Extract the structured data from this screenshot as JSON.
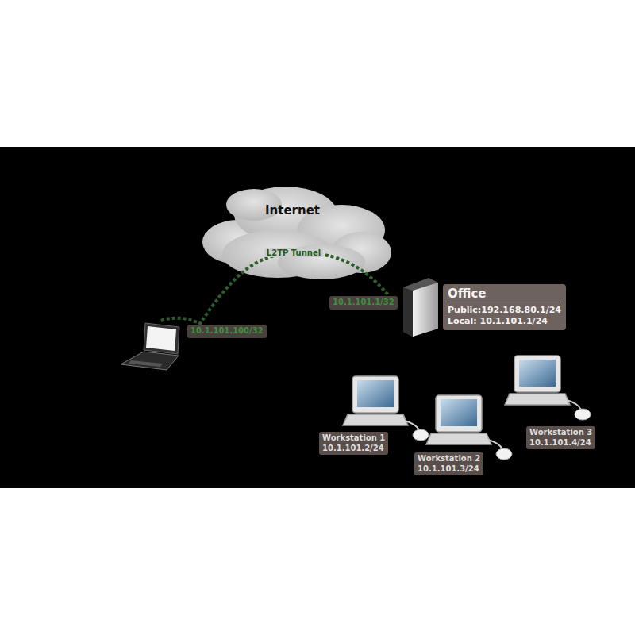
{
  "diagram": {
    "nodes": [
      {
        "text": [
          "Internet"
        ]
      },
      {
        "text": [
          "10.1.101.100/32"
        ]
      },
      {
        "text": [
          "10.1.101.1/32"
        ]
      },
      {
        "text": [
          "Office",
          "Public:192.168.80.1/24",
          "Local: 10.1.101.1/24"
        ]
      },
      {
        "text": [
          "Workstation 1",
          "10.1.101.2/24"
        ]
      },
      {
        "text": [
          "Workstation 2",
          "10.1.101.3/24"
        ]
      },
      {
        "text": [
          "Workstation 3",
          "10.1.101.4/24"
        ]
      }
    ],
    "edges": [
      {
        "from": 1,
        "to": 2,
        "arrow": "none",
        "label": "L2TP Tunnel"
      }
    ]
  }
}
